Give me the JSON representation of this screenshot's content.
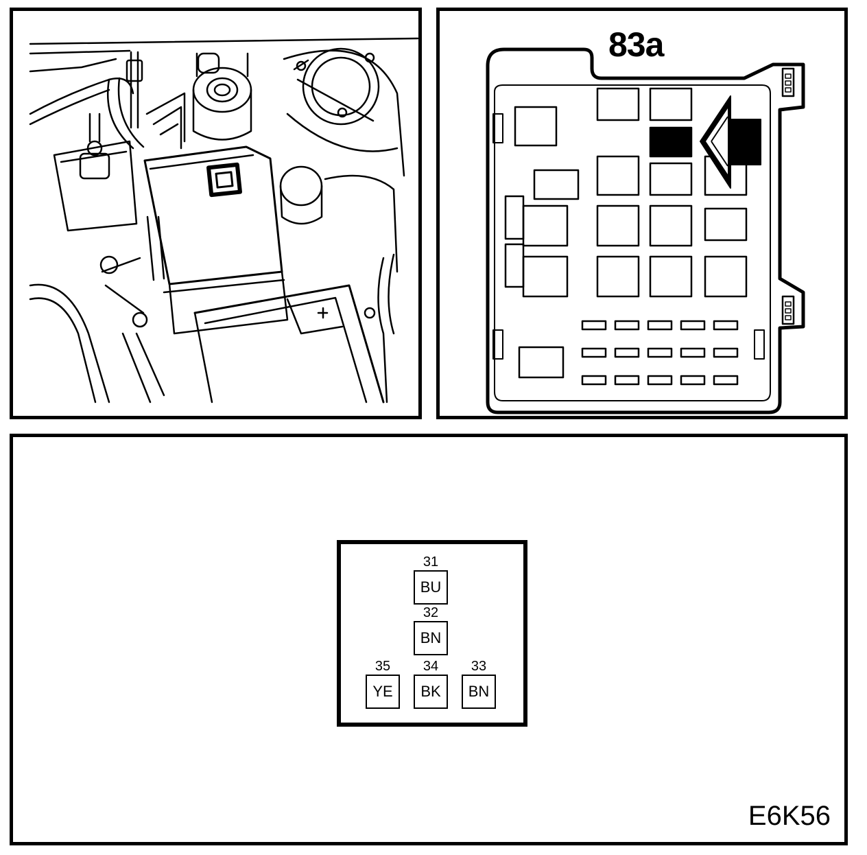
{
  "fuse_box": {
    "label": "83a",
    "highlighted_position": "row-2-column-2"
  },
  "connector": {
    "pins": [
      {
        "number": "31",
        "color": "BU"
      },
      {
        "number": "32",
        "color": "BN"
      },
      {
        "number": "35",
        "color": "YE"
      },
      {
        "number": "34",
        "color": "BK"
      },
      {
        "number": "33",
        "color": "BN"
      }
    ]
  },
  "figure_code": "E6K56"
}
